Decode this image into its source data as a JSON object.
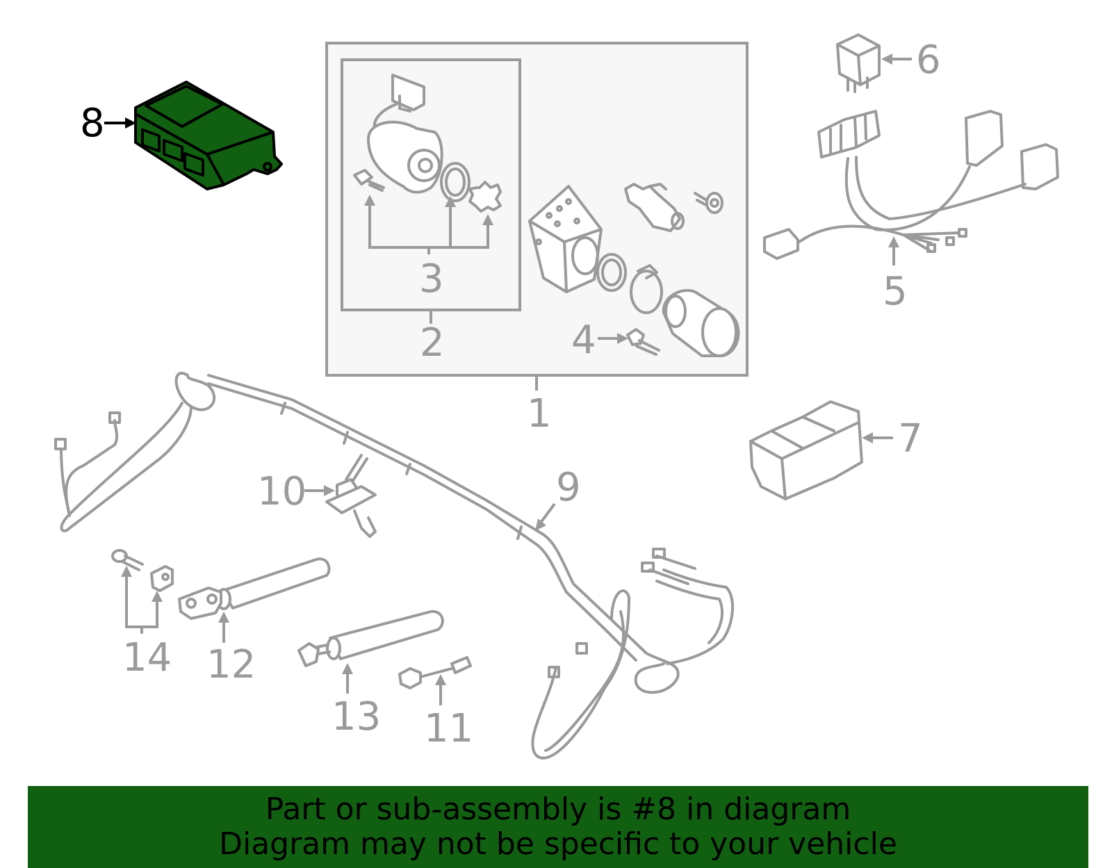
{
  "colors": {
    "line_gray": "#9a9a9a",
    "highlight_green": "#116011",
    "banner_green": "#116011",
    "box_fill": "#f7f7f7",
    "text_black": "#000000"
  },
  "callouts": {
    "c1": "1",
    "c2": "2",
    "c3": "3",
    "c4": "4",
    "c5": "5",
    "c6": "6",
    "c7": "7",
    "c8": "8",
    "c9": "9",
    "c10": "10",
    "c11": "11",
    "c12": "12",
    "c13": "13",
    "c14": "14"
  },
  "highlighted_part": "8",
  "banner": {
    "line1": "Part or sub-assembly is #8 in diagram",
    "line2": "Diagram may not be specific to your vehicle"
  }
}
